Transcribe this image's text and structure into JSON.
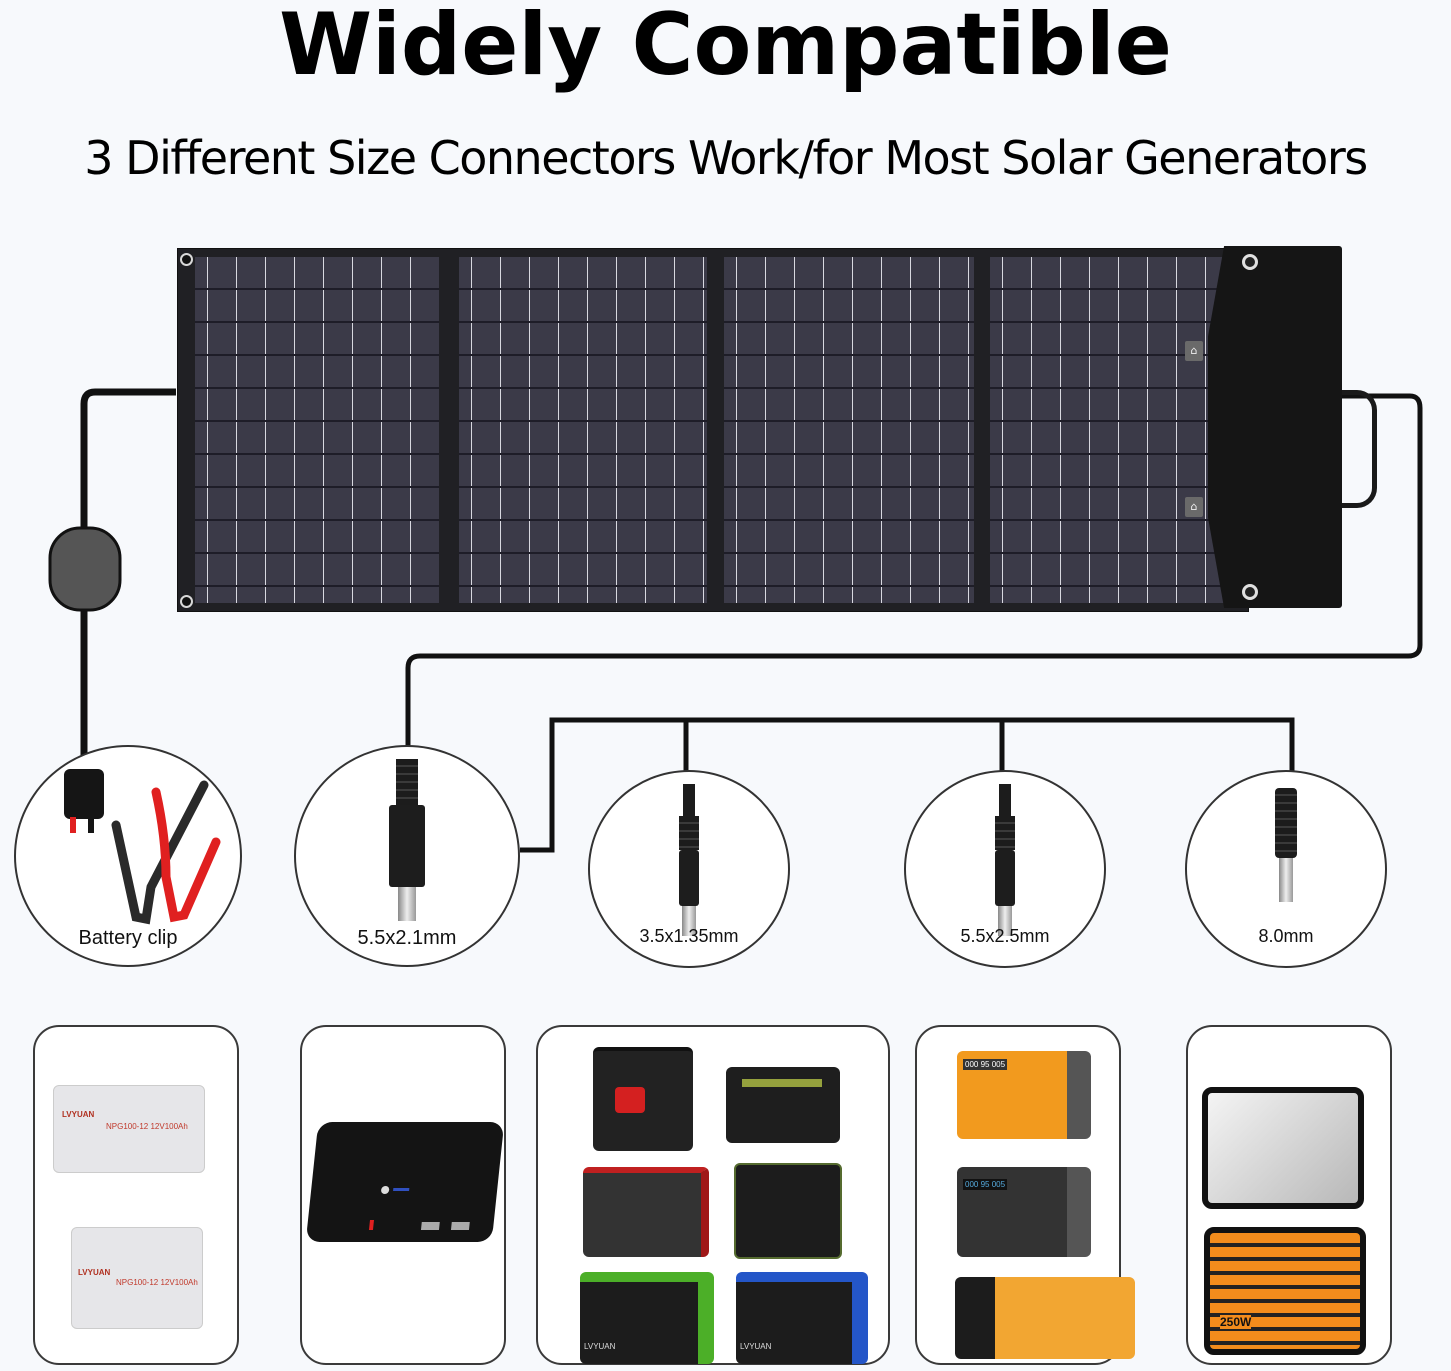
{
  "header": {
    "title": "Widely Compatible",
    "subtitle": "3 Different Size Connectors Work/for Most Solar Generators"
  },
  "colors": {
    "background": "#f7f9fc",
    "panel_cell": "#3b3a48",
    "panel_frame": "#202024",
    "cable": "#111111",
    "clip_red": "#e02020"
  },
  "connectors": [
    {
      "id": "battery-clip",
      "label": "Battery clip",
      "icon": "alligator-clip-icon"
    },
    {
      "id": "dc-5521",
      "label": "5.5x2.1mm",
      "icon": "dc-plug-icon"
    },
    {
      "id": "dc-35135",
      "label": "3.5x1.35mm",
      "icon": "dc-plug-icon"
    },
    {
      "id": "dc-5525",
      "label": "5.5x2.5mm",
      "icon": "dc-plug-icon"
    },
    {
      "id": "dc-8mm",
      "label": "8.0mm",
      "icon": "dc8-plug-icon"
    }
  ],
  "device_cards": [
    {
      "id": "batteries",
      "items": [
        {
          "brand": "LVYUAN",
          "model": "NPG100-12 12V100Ah"
        },
        {
          "brand": "LVYUAN",
          "model": "NPG100-12 12V100Ah"
        }
      ]
    },
    {
      "id": "power-bank",
      "items": [
        {
          "name": "portable power bank"
        }
      ]
    },
    {
      "id": "power-stations-a",
      "items": [
        {
          "name": "black-red station"
        },
        {
          "name": "black station"
        },
        {
          "name": "red-black station"
        },
        {
          "name": "green-trim station"
        },
        {
          "name": "green station",
          "brand": "LVYUAN"
        },
        {
          "name": "blue station",
          "brand": "LVYUAN"
        }
      ]
    },
    {
      "id": "power-stations-b",
      "items": [
        {
          "name": "orange station",
          "display": "000 95 005"
        },
        {
          "name": "gray station",
          "display": "000 95 005"
        },
        {
          "name": "yellow station"
        }
      ]
    },
    {
      "id": "power-stations-c",
      "items": [
        {
          "name": "silver generator"
        },
        {
          "name": "orange generator",
          "badge": "250W"
        }
      ]
    }
  ]
}
